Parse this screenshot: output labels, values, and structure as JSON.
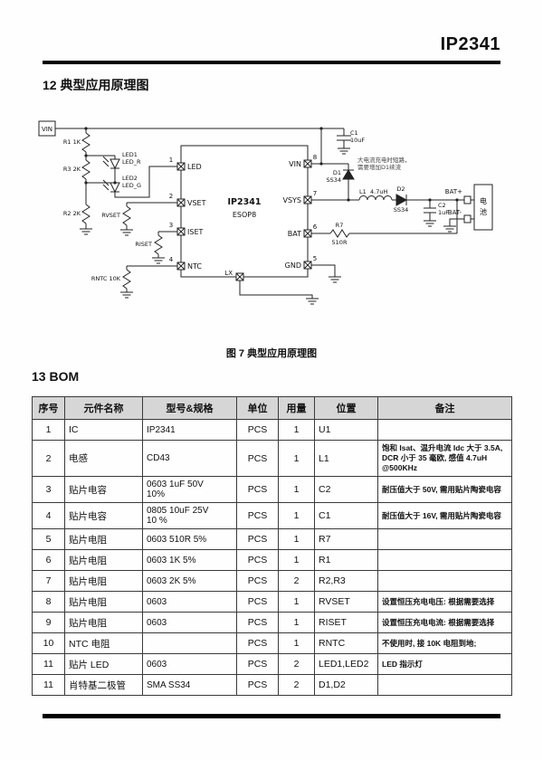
{
  "header": {
    "title": "IP2341"
  },
  "sections": {
    "s12": "12 典型应用原理图",
    "s13": "13 BOM"
  },
  "figure": {
    "caption": "图 7  典型应用原理图"
  },
  "schematic": {
    "vin": "VIN",
    "r1": "R1 1K",
    "r3": "R3 2K",
    "r2": "R2 2K",
    "led1": "LED1",
    "led1_color": "LED_R",
    "led2": "LED2",
    "led2_color": "LED_G",
    "ic_name": "IP2341",
    "ic_pkg": "ESOP8",
    "pin1_num": "1",
    "pin1": "LED",
    "pin2_num": "2",
    "pin2": "VSET",
    "pin3_num": "3",
    "pin3": "ISET",
    "pin4_num": "4",
    "pin4": "NTC",
    "pin5_num": "5",
    "pin5": "GND",
    "pin6_num": "6",
    "pin6": "BAT",
    "pin7_num": "7",
    "pin7": "VSYS",
    "pin8_num": "8",
    "pin8": "VIN",
    "lx": "LX",
    "rvset": "RVSET",
    "riset": "RISET",
    "rntc": "RNTC 10K",
    "c1": "C1",
    "c1_val": "10uF",
    "d1": "D1",
    "d1_val": "SS34",
    "d1_note1": "大电流充电时短路，",
    "d1_note2": "需要增加D1续流",
    "l1": "L1",
    "l1_val": "4.7uH",
    "d2": "D2",
    "d2_val": "SS34",
    "c2": "C2",
    "c2_val": "1uF",
    "r7": "R7",
    "r7_val": "510R",
    "bat_pos": "BAT+",
    "bat_neg": "BAT-",
    "battery_top": "电",
    "battery_bottom": "池"
  },
  "bom": {
    "headers": [
      "序号",
      "元件名称",
      "型号&规格",
      "单位",
      "用量",
      "位置",
      "备注"
    ],
    "rows": [
      {
        "seq": "1",
        "name": "IC",
        "model": "IP2341",
        "unit": "PCS",
        "qty": "1",
        "pos": "U1",
        "remark": ""
      },
      {
        "seq": "2",
        "name": "电感",
        "model": "CD43",
        "unit": "PCS",
        "qty": "1",
        "pos": "L1",
        "remark": "饱和 Isat、温升电流 Idc 大于 3.5A, DCR 小于 35 毫欧, 感值 4.7uH @500KHz"
      },
      {
        "seq": "3",
        "name": "贴片电容",
        "model": "0603 1uF 50V\n10%",
        "unit": "PCS",
        "qty": "1",
        "pos": "C2",
        "remark": "耐压值大于 50V, 需用贴片陶瓷电容"
      },
      {
        "seq": "4",
        "name": "贴片电容",
        "model": "0805 10uF 25V\n10 %",
        "unit": "PCS",
        "qty": "1",
        "pos": "C1",
        "remark": "耐压值大于 16V, 需用贴片陶瓷电容"
      },
      {
        "seq": "5",
        "name": "贴片电阻",
        "model": "0603 510R 5%",
        "unit": "PCS",
        "qty": "1",
        "pos": "R7",
        "remark": ""
      },
      {
        "seq": "6",
        "name": "贴片电阻",
        "model": "0603 1K 5%",
        "unit": "PCS",
        "qty": "1",
        "pos": "R1",
        "remark": ""
      },
      {
        "seq": "7",
        "name": "贴片电阻",
        "model": "0603 2K 5%",
        "unit": "PCS",
        "qty": "2",
        "pos": "R2,R3",
        "remark": ""
      },
      {
        "seq": "8",
        "name": "贴片电阻",
        "model": "0603",
        "unit": "PCS",
        "qty": "1",
        "pos": "RVSET",
        "remark": "设置恒压充电电压: 根据需要选择"
      },
      {
        "seq": "9",
        "name": "贴片电阻",
        "model": "0603",
        "unit": "PCS",
        "qty": "1",
        "pos": "RISET",
        "remark": "设置恒压充电电流: 根据需要选择"
      },
      {
        "seq": "10",
        "name": "NTC 电阻",
        "model": "",
        "unit": "PCS",
        "qty": "1",
        "pos": "RNTC",
        "remark": "不使用时, 接 10K 电阻到地;"
      },
      {
        "seq": "11",
        "name": "贴片 LED",
        "model": "0603",
        "unit": "PCS",
        "qty": "2",
        "pos": "LED1,LED2",
        "remark": "LED 指示灯"
      },
      {
        "seq": "11",
        "name": "肖特基二极管",
        "model": "SMA SS34",
        "unit": "PCS",
        "qty": "2",
        "pos": "D1,D2",
        "remark": ""
      }
    ]
  }
}
